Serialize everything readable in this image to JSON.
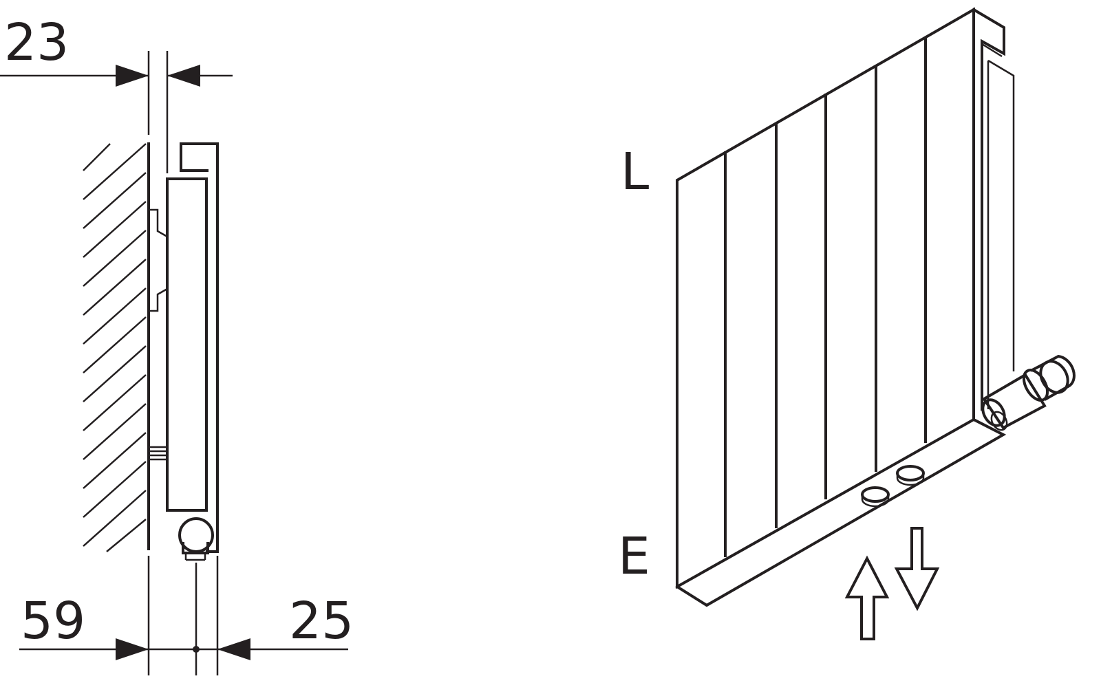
{
  "side_view": {
    "dim_top": "23",
    "dim_bottom_left": "59",
    "dim_bottom_right": "25"
  },
  "perspective_view": {
    "label_top": "L",
    "label_bottom": "E"
  },
  "colors": {
    "line": "#231f20",
    "background": "#ffffff"
  }
}
